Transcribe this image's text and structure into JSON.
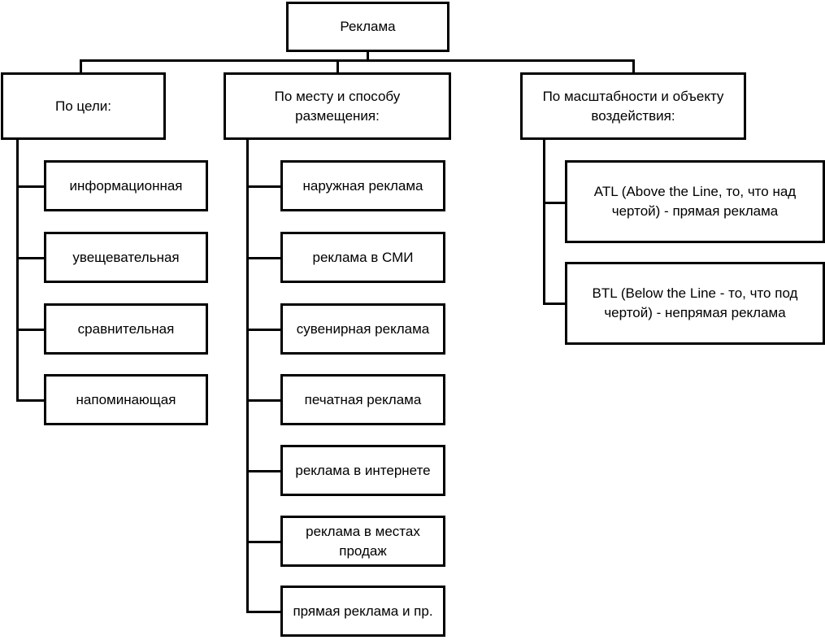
{
  "root": {
    "label": "Реклама"
  },
  "categories": [
    {
      "label": "По цели:",
      "items": [
        "информационная",
        "увещевательная",
        "сравнительная",
        "напоминающая"
      ]
    },
    {
      "label": "По месту и способу\nразмещения:",
      "items": [
        "наружная реклама",
        "реклама в СМИ",
        "сувенирная реклама",
        "печатная реклама",
        "реклама в интернете",
        "реклама в местах\nпродаж",
        "прямая реклама и пр."
      ]
    },
    {
      "label": "По масштабности и объекту\nвоздействия:",
      "items": [
        "ATL (Above the Line, то, что над\nчертой) - прямая реклама",
        "BTL (Below the Line - то, что под\nчертой) - непрямая реклама"
      ]
    }
  ]
}
